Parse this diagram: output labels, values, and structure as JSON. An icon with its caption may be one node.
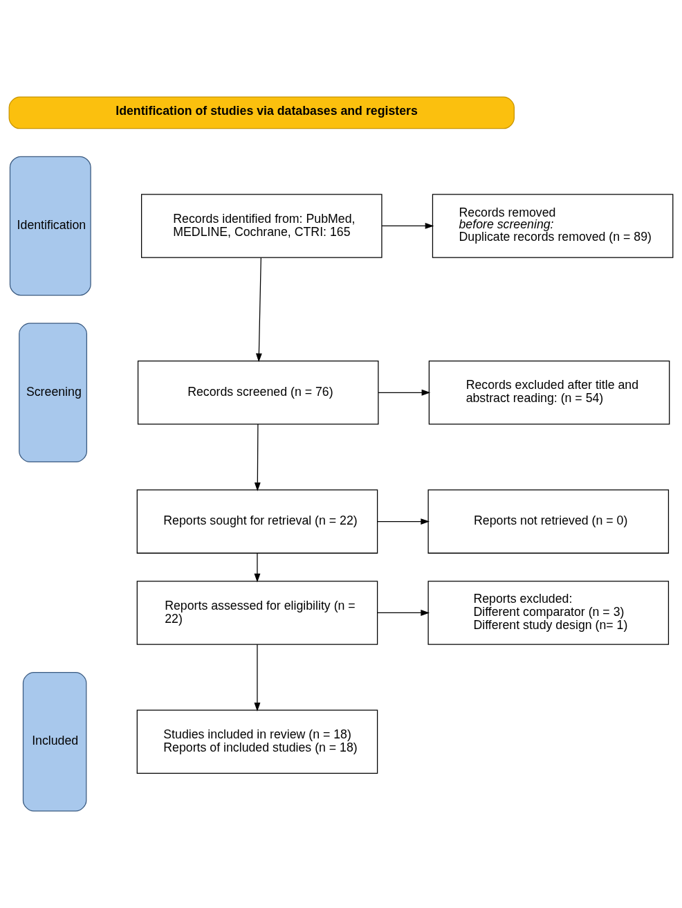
{
  "diagram": {
    "nodes": [
      {
        "text": [
          "Identification of studies via databases and registers"
        ]
      },
      {
        "text": [
          "Identification"
        ]
      },
      {
        "text": [
          "Screening"
        ]
      },
      {
        "text": [
          "Included"
        ]
      },
      {
        "text": [
          "Records identified from: PubMed, MEDLINE, Cochrane, CTRI: 165"
        ]
      },
      {
        "text": [
          "Records removed *before screening*:",
          "Duplicate records removed (n = 89)"
        ]
      },
      {
        "text": [
          "Records screened (n = 76)"
        ]
      },
      {
        "text": [
          "Records excluded after title and abstract reading: (n = 54)"
        ]
      },
      {
        "text": [
          "Reports sought for retrieval (n = 22)"
        ]
      },
      {
        "text": [
          "Reports not retrieved (n = 0)"
        ]
      },
      {
        "text": [
          "Reports assessed for eligibility (n = 22)"
        ]
      },
      {
        "text": [
          "Reports excluded:",
          "Different comparator (n = 3)",
          "Different study design (n= 1)"
        ]
      },
      {
        "text": [
          "Studies included in review (n = 18)",
          "Reports of included studies (n = 18)"
        ]
      }
    ],
    "edges": [
      {
        "from": 4,
        "to": 5,
        "arrow": "to"
      },
      {
        "from": 4,
        "to": 6,
        "arrow": "to"
      },
      {
        "from": 6,
        "to": 7,
        "arrow": "to"
      },
      {
        "from": 6,
        "to": 8,
        "arrow": "to"
      },
      {
        "from": 8,
        "to": 9,
        "arrow": "to"
      },
      {
        "from": 8,
        "to": 10,
        "arrow": "to"
      },
      {
        "from": 10,
        "to": 11,
        "arrow": "to"
      },
      {
        "from": 10,
        "to": 12,
        "arrow": "to"
      }
    ]
  }
}
